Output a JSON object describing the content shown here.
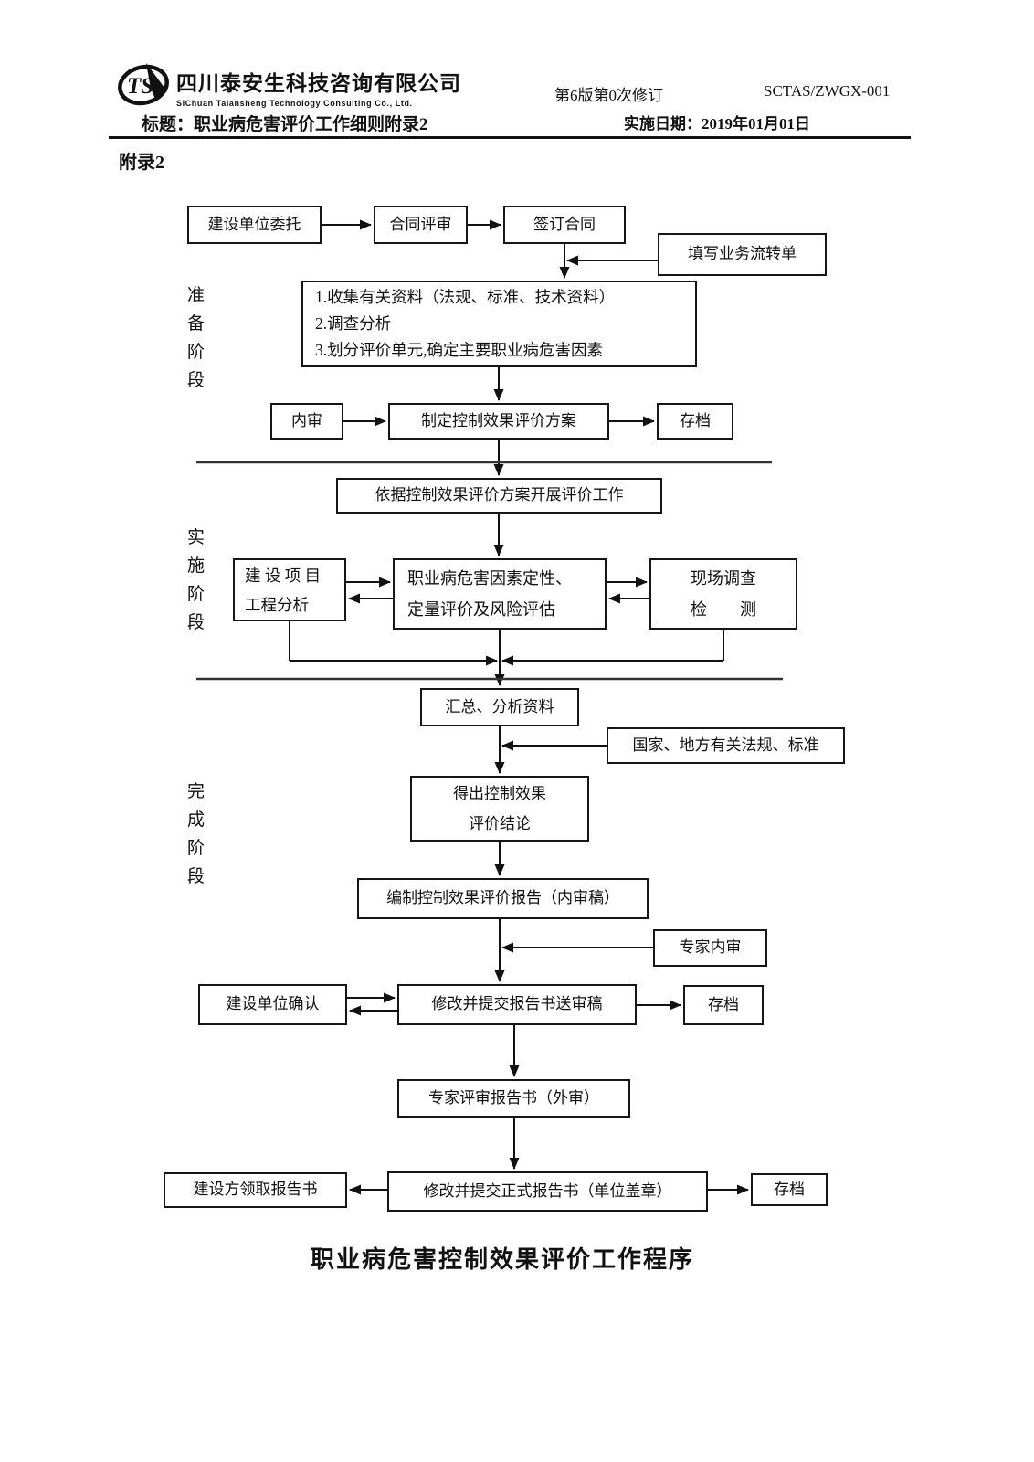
{
  "colors": {
    "ink": "#111111",
    "paper": "#ffffff"
  },
  "header": {
    "logo_text": "TS",
    "company_cn": "四川泰安生科技咨询有限公司",
    "company_en": "SiChuan Taiansheng Technology Consulting Co., Ltd.",
    "revision": "第6版第0次修订",
    "doc_code": "SCTAS/ZWGX-001",
    "title_label": "标题：职业病危害评价工作细则附录2",
    "date_label": "实施日期：2019年01月01日"
  },
  "appendix_label": "附录2",
  "stages": {
    "prepare": "准备阶段",
    "implement": "实施阶段",
    "complete": "完成阶段"
  },
  "flow": {
    "entrust": "建设单位委托",
    "contract_review": "合同评审",
    "sign_contract": "签订合同",
    "fill_transfer_form": "填写业务流转单",
    "collect_lines": [
      "1.收集有关资料（法规、标准、技术资料）",
      "2.调查分析",
      "3.划分评价单元,确定主要职业病危害因素"
    ],
    "internal_audit": "内审",
    "make_plan": "制定控制效果评价方案",
    "archive_1": "存档",
    "carry_out": "依据控制效果评价方案开展评价工作",
    "project_analysis_lines": [
      "建 设 项 目",
      "工程分析"
    ],
    "evaluation_lines": [
      "职业病危害因素定性、",
      "定量评价及风险评估"
    ],
    "site_survey_lines": [
      "现场调查",
      "检　　测"
    ],
    "summarize": "汇总、分析资料",
    "laws": "国家、地方有关法规、标准",
    "conclusion_lines": [
      "得出控制效果",
      "评价结论"
    ],
    "draft_report": "编制控制效果评价报告（内审稿）",
    "expert_internal": "专家内审",
    "owner_confirm": "建设单位确认",
    "submit_review_draft": "修改并提交报告书送审稿",
    "archive_2": "存档",
    "expert_external": "专家评审报告书（外审）",
    "owner_receive": "建设方领取报告书",
    "submit_final": "修改并提交正式报告书（单位盖章）",
    "archive_3": "存档"
  },
  "footer_title": "职业病危害控制效果评价工作程序"
}
